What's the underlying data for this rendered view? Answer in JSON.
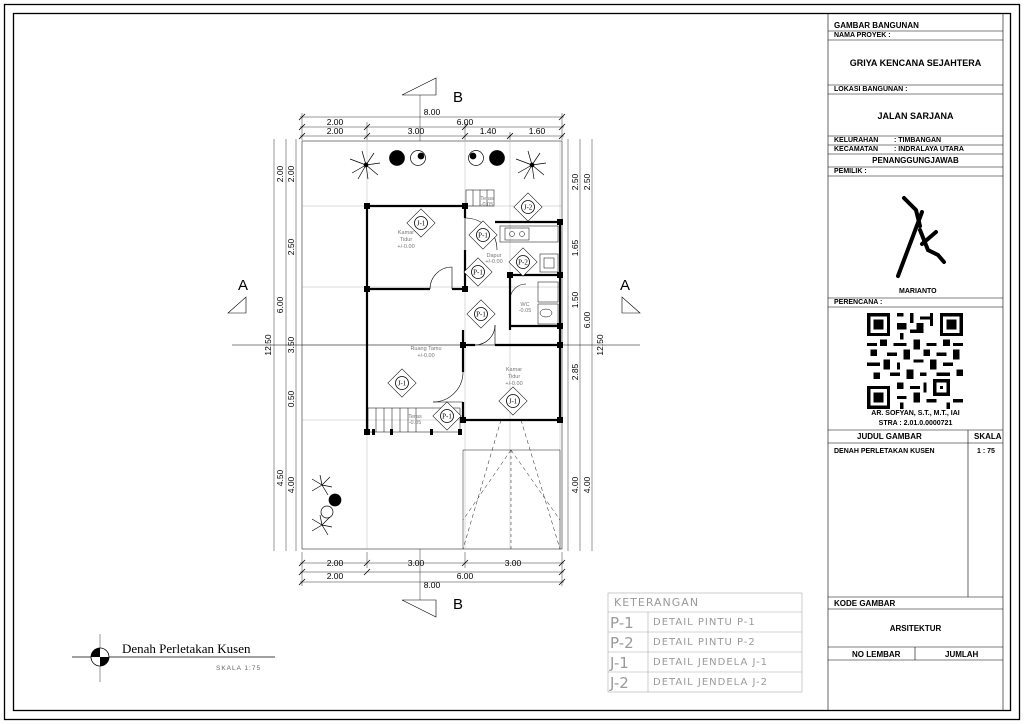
{
  "drawing": {
    "title": "Denah Perletakan Kusen",
    "scale": "SKALA 1:75",
    "section_a": "A",
    "section_b": "B",
    "dims": {
      "top_total": "8.00",
      "top_six": "6.00",
      "top_parts": [
        "2.00",
        "3.00",
        "1.40",
        "1.60"
      ],
      "top_left": "2.00",
      "bottom_parts": [
        "2.00",
        "3.00",
        "3.00"
      ],
      "bottom_left": "2.00",
      "bottom_six": "6.00",
      "bottom_total": "8.00",
      "left_total": "12.50",
      "left_outer": [
        "2.00",
        "6.00",
        "4.50"
      ],
      "left_inner": [
        "2.00",
        "2.50",
        "3.50",
        "0.50",
        "4.00"
      ],
      "right_total": "12.50",
      "right_outer": [
        "2.50",
        "6.00",
        "4.00"
      ],
      "right_inner": [
        "2.50",
        "1.65",
        "1.50",
        "2.85",
        "4.00"
      ]
    },
    "rooms": {
      "kamar1_name": "Kamar",
      "kamar1_sub": "Tidur",
      "kamar1_level": "+/-0.00",
      "teras_back_name": "Teras",
      "teras_back_level": "-0.05",
      "dapur_name": "Dapur",
      "dapur_level": "+/-0.00",
      "wc_name": "WC",
      "wc_level": "-0.05",
      "ruang_tamu_name": "Ruang Tamu",
      "ruang_tamu_level": "+/-0.00",
      "kamar2_name": "Kamar",
      "kamar2_sub": "Tidur",
      "kamar2_level": "+/-0.00",
      "teras_front_name": "Teras",
      "teras_front_level": "-0.05"
    },
    "tags": {
      "j1": "J-1",
      "j2": "J-2",
      "p1": "P-1",
      "p2": "P-2"
    }
  },
  "legend": {
    "title": "KETERANGAN",
    "rows": [
      {
        "code": "P-1",
        "desc": "DETAIL PINTU P-1"
      },
      {
        "code": "P-2",
        "desc": "DETAIL PINTU P-2"
      },
      {
        "code": "J-1",
        "desc": "DETAIL JENDELA J-1"
      },
      {
        "code": "J-2",
        "desc": "DETAIL JENDELA J-2"
      }
    ]
  },
  "titleblock": {
    "header": "GAMBAR BANGUNAN",
    "nama_proyek_label": "NAMA PROYEK :",
    "nama_proyek": "GRIYA KENCANA SEJAHTERA",
    "lokasi_label": "LOKASI BANGUNAN :",
    "lokasi": "JALAN SARJANA",
    "kelurahan_label": "KELURAHAN",
    "kelurahan": ": TIMBANGAN",
    "kecamatan_label": "KECAMATAN",
    "kecamatan": ": INDRALAYA UTARA",
    "penanggung": "PENANGGUNGJAWAB",
    "pemilik_label": "PEMILIK :",
    "owner_name": "MARIANTO",
    "perencana_label": "PERENCANA :",
    "planner_name": "AR. SOFYAN, S.T., M.T., IAI",
    "stra": "STRA : 2.01.0.0000721",
    "judul_label": "JUDUL GAMBAR",
    "skala_label": "SKALA",
    "judul": "DENAH PERLETAKAN KUSEN",
    "skala": "1 : 75",
    "kode_label": "KODE GAMBAR",
    "kode": "ARSITEKTUR",
    "no_lembar_label": "NO LEMBAR",
    "jumlah_label": "JUMLAH"
  }
}
